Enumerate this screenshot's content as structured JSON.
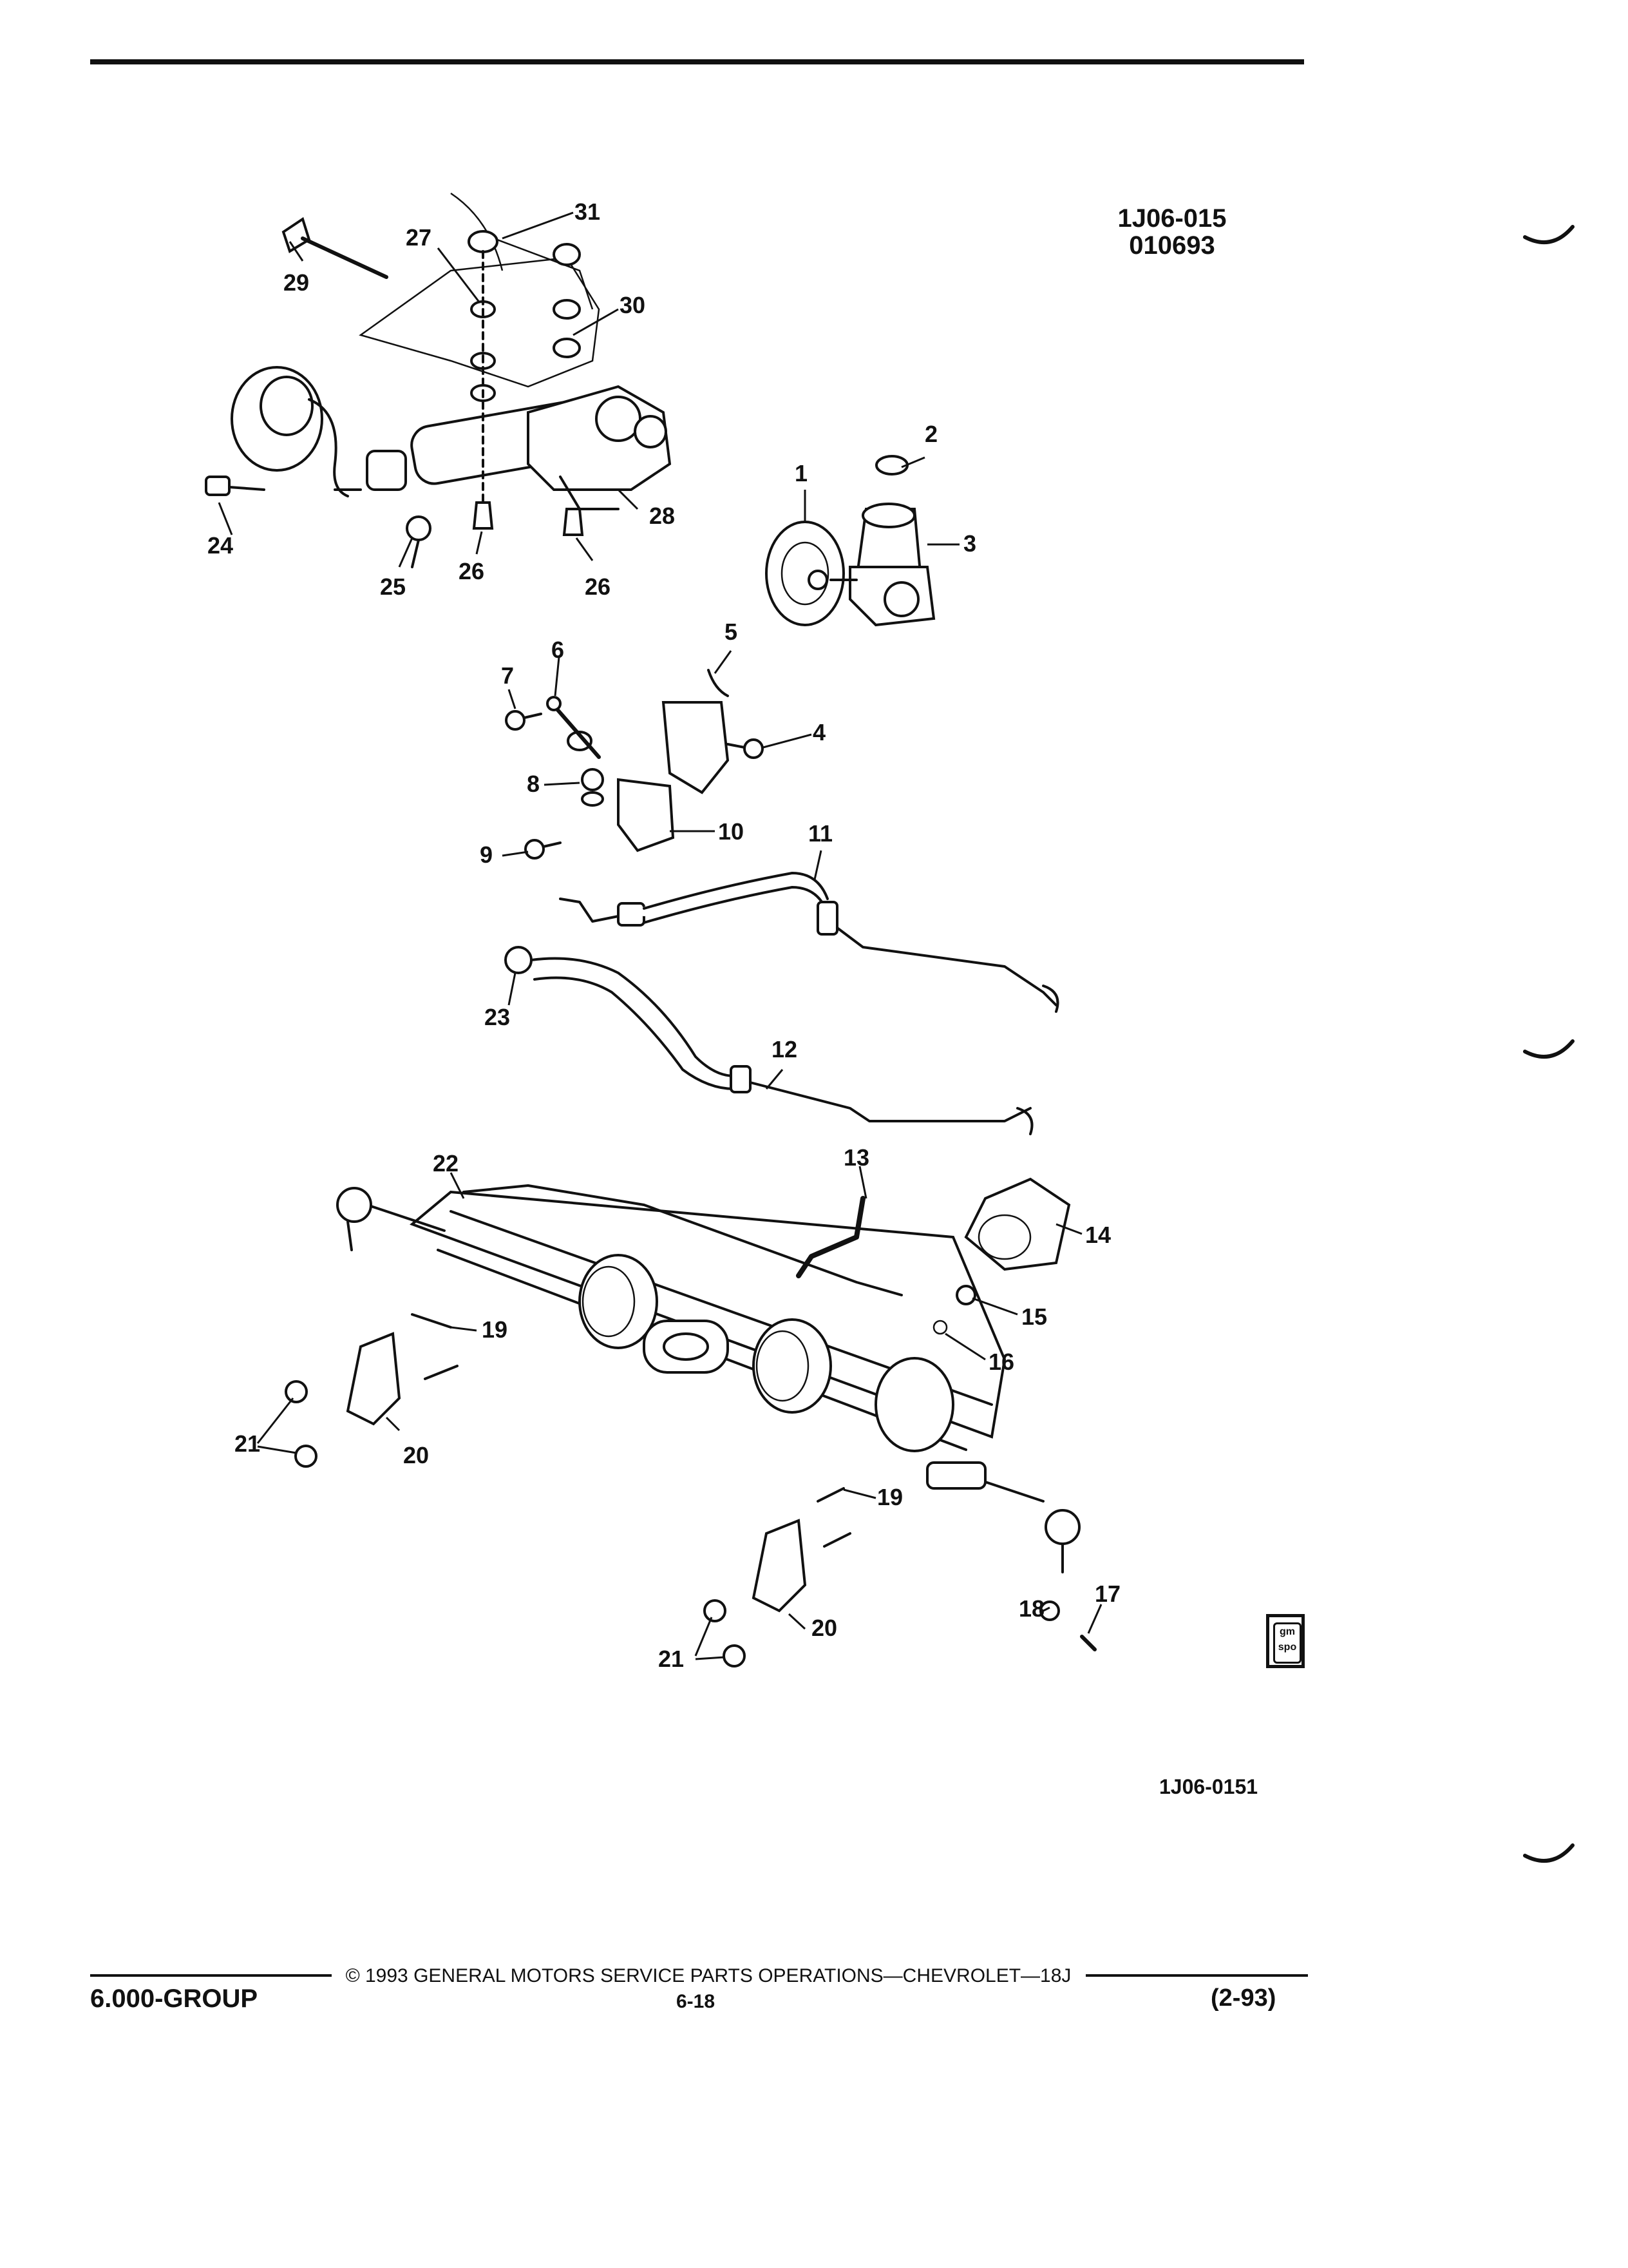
{
  "header": {
    "code_line1": "1J06-015",
    "code_line2": "010693"
  },
  "figure_id": "1J06-0151",
  "callouts": {
    "c1": "1",
    "c2": "2",
    "c3": "3",
    "c4": "4",
    "c5": "5",
    "c6": "6",
    "c7": "7",
    "c8": "8",
    "c9": "9",
    "c10": "10",
    "c11": "11",
    "c12": "12",
    "c13": "13",
    "c14": "14",
    "c15": "15",
    "c16": "16",
    "c17": "17",
    "c18": "18",
    "c19a": "19",
    "c19b": "19",
    "c20a": "20",
    "c20b": "20",
    "c21a": "21",
    "c21b": "21",
    "c22": "22",
    "c23": "23",
    "c24": "24",
    "c25": "25",
    "c26a": "26",
    "c26b": "26",
    "c27": "27",
    "c28": "28",
    "c29": "29",
    "c30": "30",
    "c31": "31"
  },
  "logo": {
    "line1": "gm",
    "line2": "spo"
  },
  "footer": {
    "copyright": "© 1993 GENERAL MOTORS SERVICE PARTS OPERATIONS—CHEVROLET—18J",
    "group": "6.000-GROUP",
    "page": "6-18",
    "date": "(2-93)"
  }
}
